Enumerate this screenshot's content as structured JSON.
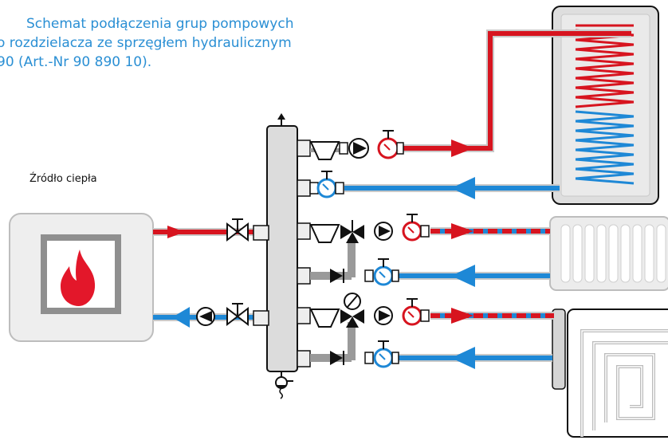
{
  "title": {
    "line1": "Schemat podłączenia grup pompowych",
    "line2": "o rozdzielacza ze sprzęgłem hydraulicznym",
    "line3": "90 (Art.-Nr 90 890 10)."
  },
  "heat_source_label": "Źródło ciepła",
  "colors": {
    "supply": "#d7141f",
    "return": "#1e88d6",
    "title": "#2a8fd4",
    "pipe_grey": "#9a9a9a",
    "body_grey": "#dcdcdc",
    "outline": "#111111"
  },
  "icons": [
    "flame-icon",
    "pump-icon",
    "thermometer-icon",
    "ball-valve-icon",
    "check-valve-icon",
    "mixing-valve-icon",
    "air-vent-icon",
    "drain-valve-icon",
    "gate-valve-icon"
  ],
  "components": [
    "boiler",
    "hydraulic-separator",
    "storage-tank",
    "radiator",
    "floor-heating"
  ]
}
